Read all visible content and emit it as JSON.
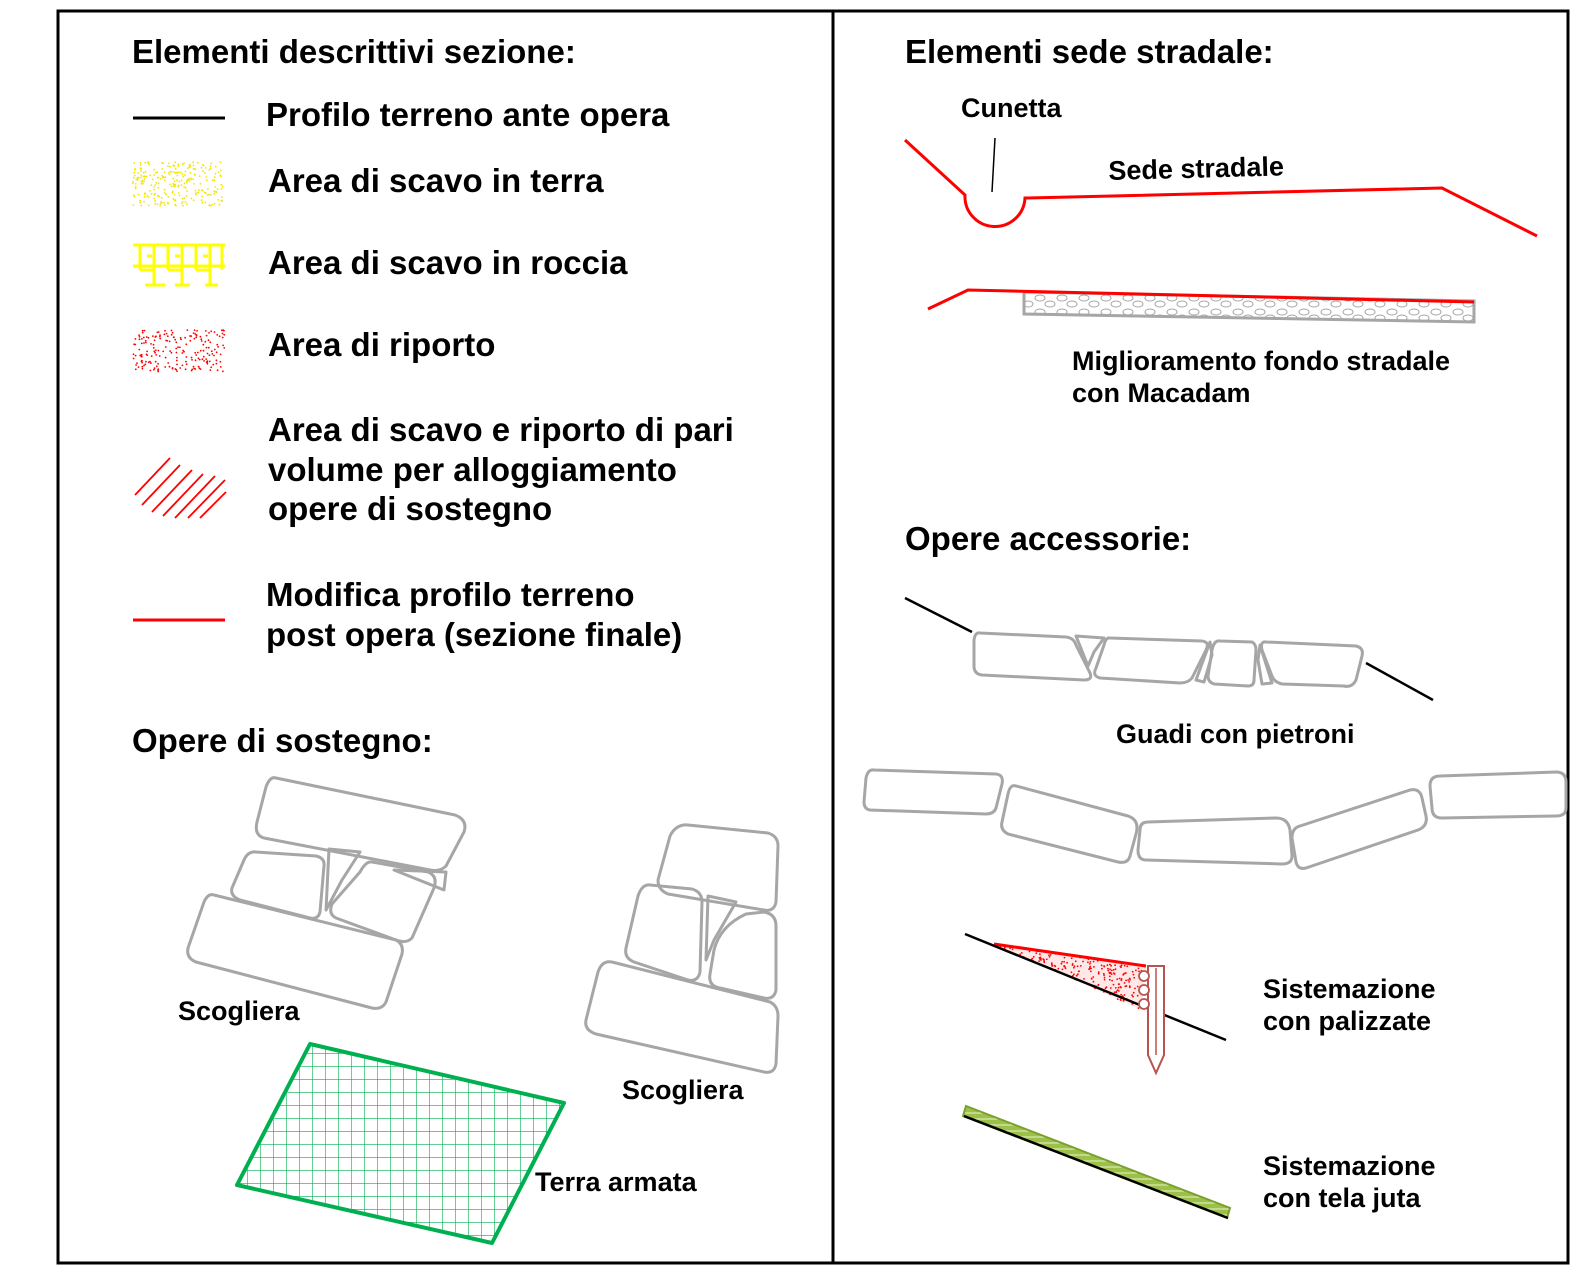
{
  "left_panel": {
    "section_title": "Elementi descrittivi sezione:",
    "legend": [
      {
        "label": "Profilo terreno ante opera",
        "symbol": "black-line-icon"
      },
      {
        "label": "Area di scavo in terra",
        "symbol": "yellow-dots-icon"
      },
      {
        "label": "Area di scavo in roccia",
        "symbol": "yellow-rock-pattern-icon"
      },
      {
        "label": "Area di riporto",
        "symbol": "red-dots-icon"
      },
      {
        "label": "Area di scavo e riporto di pari\nvolume per alloggiamento\nopere di sostegno",
        "symbol": "red-hatch-icon"
      },
      {
        "label": "Modifica profilo terreno\npost opera (sezione finale)",
        "symbol": "red-line-icon"
      }
    ],
    "support_title": "Opere di sostegno:",
    "scogliera_1_label": "Scogliera",
    "scogliera_2_label": "Scogliera",
    "terra_armata_label": "Terra armata"
  },
  "right_panel": {
    "road_title": "Elementi sede stradale:",
    "cunetta_label": "Cunetta",
    "sede_stradale_label": "Sede stradale",
    "macadam_label": "Miglioramento fondo stradale\ncon Macadam",
    "accessory_title": "Opere accessorie:",
    "guadi_label": "Guadi con pietroni",
    "palizzate_label": "Sistemazione\ncon palizzate",
    "juta_label": "Sistemazione\ncon tela juta"
  },
  "colors": {
    "border": "#000000",
    "red": "#ff0000",
    "yellow": "#ffff00",
    "stone_gray": "#a6a6a6",
    "mesh_green": "#00b050",
    "juta_green": "#7aa02e",
    "stake_brown": "#b85450"
  }
}
